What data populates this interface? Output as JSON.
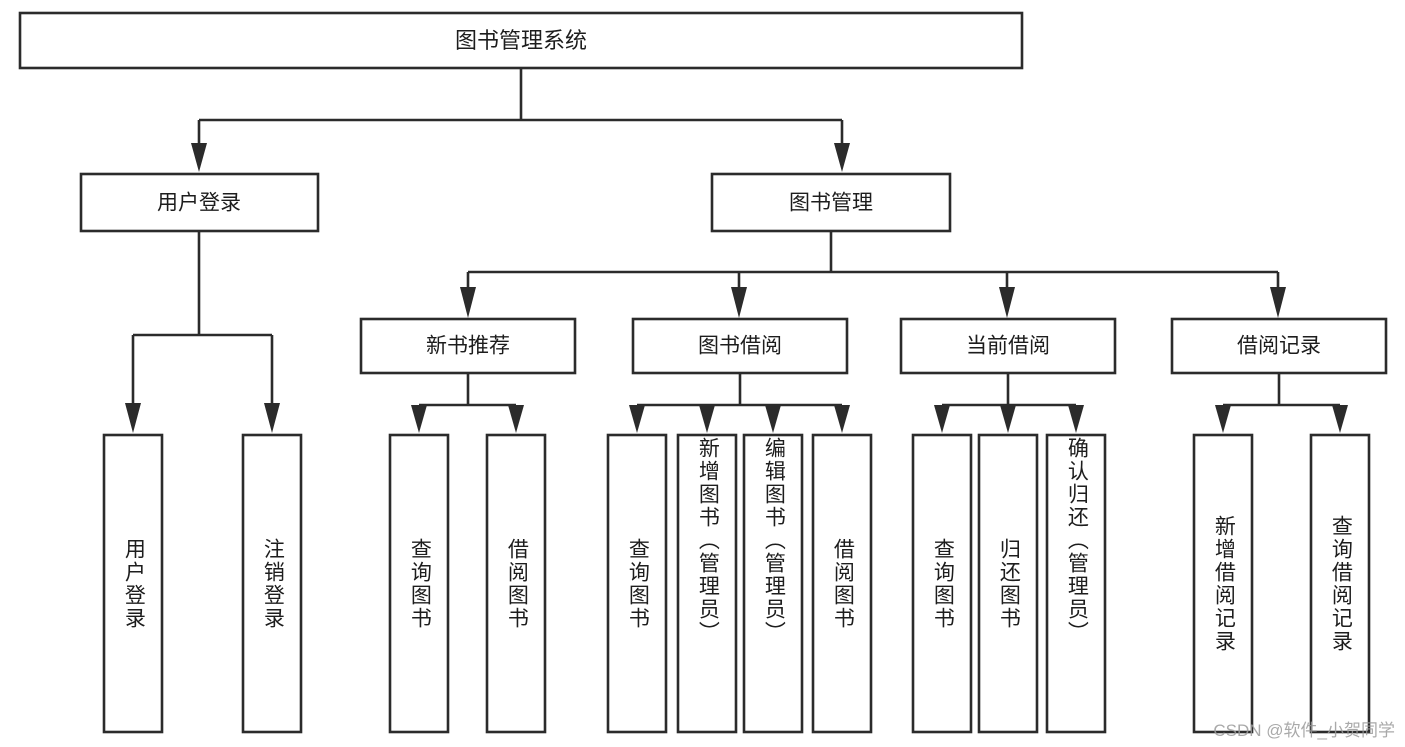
{
  "diagram": {
    "title": "图书管理系统",
    "watermark": "CSDN @软件_小贺同学",
    "line_color": "#2b2b2b",
    "box_fill": "#ffffff",
    "background": "#ffffff",
    "text_color": "#1d1d1d",
    "root": {
      "label": "图书管理系统"
    },
    "level1": [
      {
        "label": "用户登录"
      },
      {
        "label": "图书管理"
      }
    ],
    "level2": [
      {
        "label": "新书推荐"
      },
      {
        "label": "图书借阅"
      },
      {
        "label": "当前借阅"
      },
      {
        "label": "借阅记录"
      }
    ],
    "leaves": {
      "user_login": [
        {
          "label": "用户登录"
        },
        {
          "label": "注销登录"
        }
      ],
      "new_book": [
        {
          "label": "查询图书"
        },
        {
          "label": "借阅图书"
        }
      ],
      "book_borrow": [
        {
          "label": "查询图书"
        },
        {
          "label": "新增图书（管理员）"
        },
        {
          "label": "编辑图书（管理员）"
        },
        {
          "label": "借阅图书"
        }
      ],
      "current_borrow": [
        {
          "label": "查询图书"
        },
        {
          "label": "归还图书"
        },
        {
          "label": "确认归还（管理员）"
        }
      ],
      "borrow_record": [
        {
          "label": "新增借阅记录"
        },
        {
          "label": "查询借阅记录"
        }
      ]
    }
  }
}
